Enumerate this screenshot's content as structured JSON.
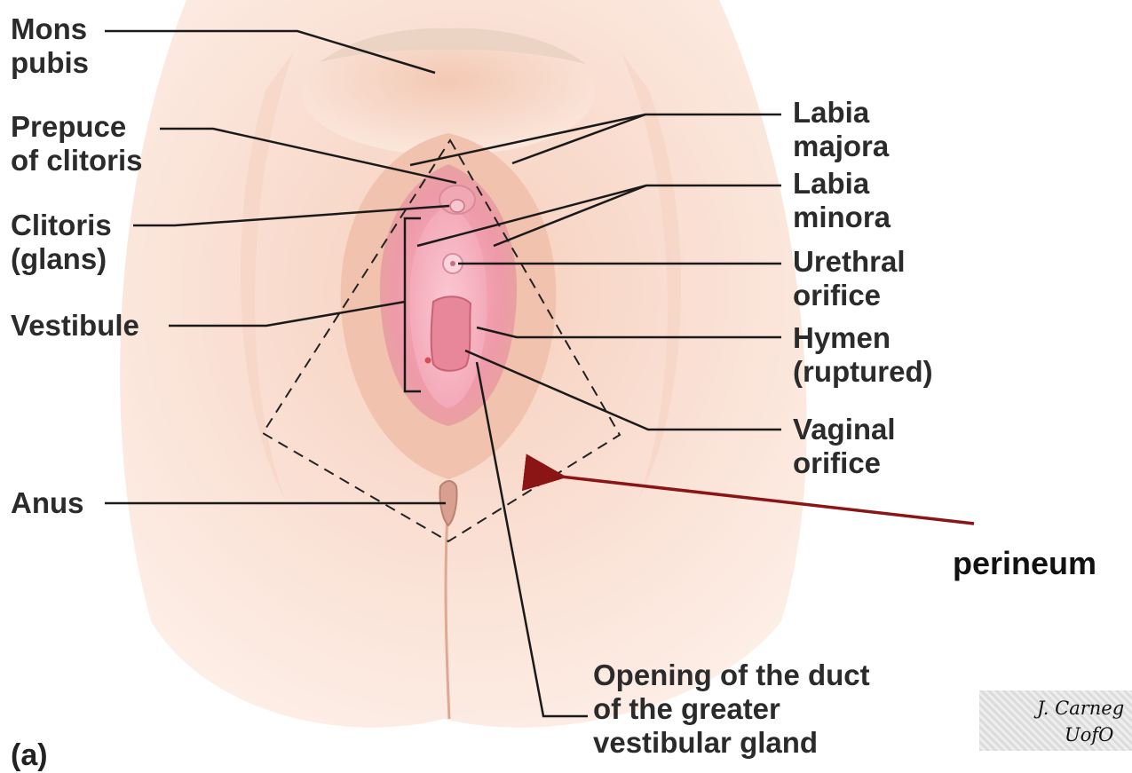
{
  "labels": {
    "mons_pubis": [
      "Mons",
      "pubis"
    ],
    "prepuce": [
      "Prepuce",
      "of clitoris"
    ],
    "clitoris": [
      "Clitoris",
      "(glans)"
    ],
    "vestibule": [
      "Vestibule"
    ],
    "anus": [
      "Anus"
    ],
    "labia_majora": [
      "Labia",
      "majora"
    ],
    "labia_minora": [
      "Labia",
      "minora"
    ],
    "urethral": [
      "Urethral",
      "orifice"
    ],
    "hymen": [
      "Hymen",
      "(ruptured)"
    ],
    "vaginal": [
      "Vaginal",
      "orifice"
    ],
    "duct": [
      "Opening of the duct",
      "of the greater",
      "vestibular gland"
    ]
  },
  "annotation": "perineum",
  "panel_label": "(a)",
  "credit": [
    "J. Carneg",
    "UofO"
  ],
  "colors": {
    "skin_light": "#fbe6dc",
    "skin_mid": "#f2c9b6",
    "mucosa": "#f0a7b5",
    "leader_line": "#1a1a1a",
    "arrow": "#8b1414",
    "label_text": "#2b2b2b"
  }
}
